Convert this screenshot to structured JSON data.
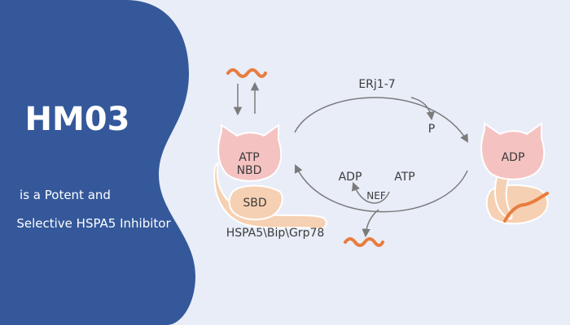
{
  "left_panel": {
    "title": "HM03",
    "subtitle_line1": "is a Potent and",
    "subtitle_line2": "Selective HSPA5 Inhibitor"
  },
  "diagram": {
    "cofactor_label": "ERj1-7",
    "phosphate_label": "P",
    "left_protein_atp": "ATP",
    "left_protein_nbd": "NBD",
    "left_protein_sbd": "SBD",
    "protein_name": "HSPA5\\Bip\\Grp78",
    "right_protein_adp": "ADP",
    "exchange_adp": "ADP",
    "exchange_atp": "ATP",
    "exchange_factor": "NEF"
  },
  "colors": {
    "panel_blue": "#34589a",
    "background": "#e8edf8",
    "nbd_pink": "#f5c2c2",
    "sbd_peach": "#f6d0b2",
    "substrate_orange": "#e87c3e",
    "arrow_gray": "#7b7b7b"
  }
}
